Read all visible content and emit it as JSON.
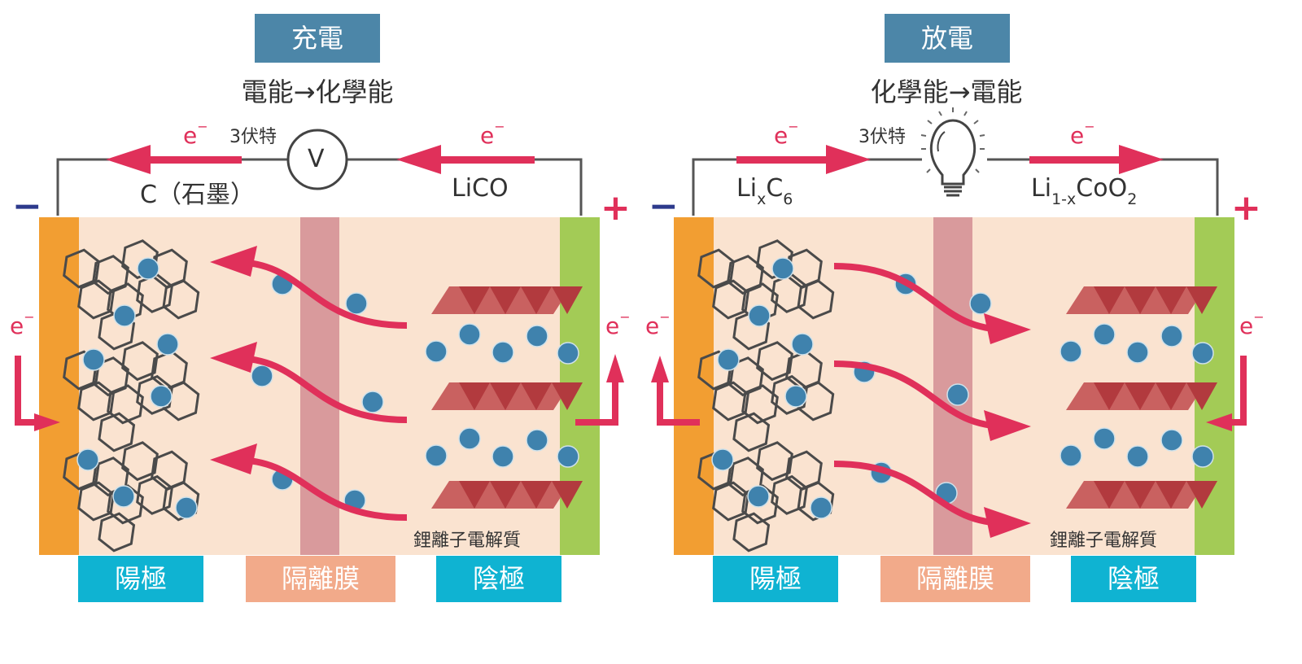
{
  "colors": {
    "title_bg": "#4c86a8",
    "electrolyte": "#fae3d0",
    "anode_collector": "#f29e32",
    "cathode_collector": "#a3cb56",
    "separator": "#d99a9c",
    "ion": "#3f82ad",
    "arrow": "#e0305a",
    "graphite": "#4a4a4a",
    "cobalt_oxide_dark": "#b23a3e",
    "cobalt_oxide_light": "#c96160",
    "label_electrode": "#0fb3d2",
    "label_separator": "#f2aa8a"
  },
  "panels": [
    {
      "id": "charge",
      "title": "充電",
      "subtitle": "電能→化學能",
      "voltage_label": "3伏特",
      "device": "voltmeter-icon",
      "device_symbol": "V",
      "electron_symbol": "e",
      "electron_charge": "−",
      "anode_material": {
        "base": "C（石墨）",
        "parts": []
      },
      "cathode_material": {
        "base": "LiCO",
        "parts": []
      },
      "minus_sign": "−",
      "plus_sign": "+",
      "electrolyte_label": "鋰離子電解質",
      "labels": {
        "anode": "陽極",
        "separator": "隔離膜",
        "cathode": "陰極"
      },
      "electron_flow": "cathode-to-anode",
      "ion_flow": "cathode-to-anode"
    },
    {
      "id": "discharge",
      "title": "放電",
      "subtitle": "化學能→電能",
      "voltage_label": "3伏特",
      "device": "light-bulb-icon",
      "device_symbol": "",
      "electron_symbol": "e",
      "electron_charge": "−",
      "anode_material": {
        "parts": [
          [
            "Li",
            ""
          ],
          [
            "x",
            "sub"
          ],
          [
            "C",
            ""
          ],
          [
            "6",
            "sub"
          ]
        ]
      },
      "cathode_material": {
        "parts": [
          [
            "Li",
            ""
          ],
          [
            "1-x",
            "sub"
          ],
          [
            "CoO",
            ""
          ],
          [
            "2",
            "sub"
          ]
        ]
      },
      "minus_sign": "−",
      "plus_sign": "+",
      "electrolyte_label": "鋰離子電解質",
      "labels": {
        "anode": "陽極",
        "separator": "隔離膜",
        "cathode": "陰極"
      },
      "electron_flow": "anode-to-cathode",
      "ion_flow": "anode-to-cathode"
    }
  ]
}
